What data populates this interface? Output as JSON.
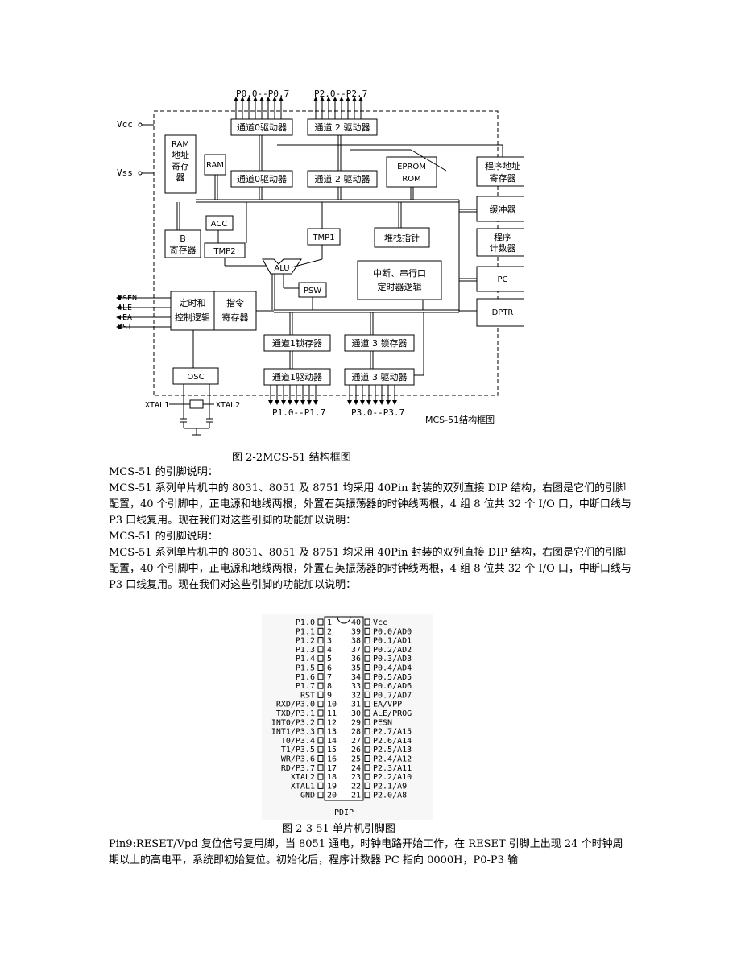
{
  "figure1": {
    "pins_top_left": "P0.0--P0.7",
    "pins_top_right": "P2.0--P2.7",
    "pins_bottom_left": "P1.0--P1.7",
    "pins_bottom_right": "P3.0--P3.7",
    "vcc": "Vcc",
    "vss": "Vss",
    "signals": [
      "PSEN",
      "ALE",
      "EA",
      "RST"
    ],
    "xtal1": "XTAL1",
    "xtal2": "XTAL2",
    "diagram_title": "MCS-51结构框图",
    "blocks": {
      "p0_driver_top": "通道0驱动器",
      "p2_driver_top": "通道 2 驱动器",
      "p0_driver": "通道0驱动器",
      "p2_driver": "通道 2 驱动器",
      "ram_addr": [
        "RAM",
        "地址",
        "寄存",
        "器"
      ],
      "ram": "RAM",
      "eprom": [
        "EPROM",
        "ROM"
      ],
      "pc_addr": [
        "程序地址",
        "寄存器"
      ],
      "buffer": "缓冲器",
      "acc": "ACC",
      "b_reg": [
        "B",
        "寄存器"
      ],
      "tmp2": "TMP2",
      "tmp1": "TMP1",
      "stack": "堆栈指针",
      "pc_counter": [
        "程序",
        "计数器"
      ],
      "alu": "ALU",
      "interrupt": [
        "中断、串行口",
        "定时器逻辑"
      ],
      "pc": "PC",
      "psw": "PSW",
      "timing": [
        "定时和",
        "控制逻辑"
      ],
      "instr": [
        "指令",
        "寄存器"
      ],
      "dptr": "DPTR",
      "p1_latch": "通道1锁存器",
      "p3_latch": "通道 3 锁存器",
      "p1_driver": "通道1驱动器",
      "p3_driver": "通道 3 驱动器",
      "osc": "OSC"
    }
  },
  "caption1": "图 2-2MCS-51 结构框图",
  "paragraphs": [
    "MCS-51 的引脚说明：",
    "MCS-51 系列单片机中的 8031、8051 及 8751 均采用 40Pin 封装的双列直接 DIP 结构，右图是它们的引脚配置，40 个引脚中，正电源和地线两根，外置石英振荡器的时钟线两根，4 组 8 位共 32 个 I/O 口，中断口线与 P3 口线复用。现在我们对这些引脚的功能加以说明：",
    "MCS-51 的引脚说明：",
    "MCS-51 系列单片机中的 8031、8051 及 8751 均采用 40Pin 封装的双列直接 DIP 结构，右图是它们的引脚配置，40 个引脚中，正电源和地线两根，外置石英振荡器的时钟线两根，4 组 8 位共 32 个 I/O 口，中断口线与 P3 口线复用。现在我们对这些引脚的功能加以说明："
  ],
  "figure2": {
    "left_pins": [
      {
        "name": "P1.0",
        "num": "1"
      },
      {
        "name": "P1.1",
        "num": "2"
      },
      {
        "name": "P1.2",
        "num": "3"
      },
      {
        "name": "P1.3",
        "num": "4"
      },
      {
        "name": "P1.4",
        "num": "5"
      },
      {
        "name": "P1.5",
        "num": "6"
      },
      {
        "name": "P1.6",
        "num": "7"
      },
      {
        "name": "P1.7",
        "num": "8"
      },
      {
        "name": "RST",
        "num": "9"
      },
      {
        "name": "RXD/P3.0",
        "num": "10"
      },
      {
        "name": "TXD/P3.1",
        "num": "11"
      },
      {
        "name": "INT0/P3.2",
        "num": "12"
      },
      {
        "name": "INT1/P3.3",
        "num": "13"
      },
      {
        "name": "T0/P3.4",
        "num": "14"
      },
      {
        "name": "T1/P3.5",
        "num": "15"
      },
      {
        "name": "WR/P3.6",
        "num": "16"
      },
      {
        "name": "RD/P3.7",
        "num": "17"
      },
      {
        "name": "XTAL2",
        "num": "18"
      },
      {
        "name": "XTAL1",
        "num": "19"
      },
      {
        "name": "GND",
        "num": "20"
      }
    ],
    "right_pins": [
      {
        "name": "Vcc",
        "num": "40"
      },
      {
        "name": "P0.0/AD0",
        "num": "39"
      },
      {
        "name": "P0.1/AD1",
        "num": "38"
      },
      {
        "name": "P0.2/AD2",
        "num": "37"
      },
      {
        "name": "P0.3/AD3",
        "num": "36"
      },
      {
        "name": "P0.4/AD4",
        "num": "35"
      },
      {
        "name": "P0.5/AD5",
        "num": "34"
      },
      {
        "name": "P0.6/AD6",
        "num": "33"
      },
      {
        "name": "P0.7/AD7",
        "num": "32"
      },
      {
        "name": "EA/VPP",
        "num": "31"
      },
      {
        "name": "ALE/PROG",
        "num": "30"
      },
      {
        "name": "PESN",
        "num": "29"
      },
      {
        "name": "P2.7/A15",
        "num": "28"
      },
      {
        "name": "P2.6/A14",
        "num": "27"
      },
      {
        "name": "P2.5/A13",
        "num": "26"
      },
      {
        "name": "P2.4/A12",
        "num": "25"
      },
      {
        "name": "P2.3/A11",
        "num": "24"
      },
      {
        "name": "P2.2/A10",
        "num": "23"
      },
      {
        "name": "P2.1/A9",
        "num": "22"
      },
      {
        "name": "P2.0/A8",
        "num": "21"
      }
    ],
    "package": "PDIP"
  },
  "caption2": "图 2-3 51 单片机引脚图",
  "paragraph_last": "Pin9:RESET/Vpd 复位信号复用脚，当 8051 通电，时钟电路开始工作，在 RESET 引脚上出现 24 个时钟周期以上的高电平，系统即初始复位。初始化后，程序计数器 PC 指向 0000H，P0-P3 输"
}
